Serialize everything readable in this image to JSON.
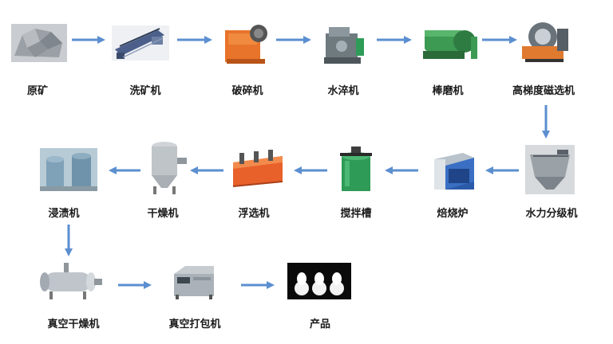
{
  "diagram": {
    "colors": {
      "arrow": "#5b8fd0",
      "label": "#1a1a1a"
    },
    "steps": [
      {
        "label": "原矿",
        "icon": "ore-rock-icon"
      },
      {
        "label": "洗矿机",
        "icon": "ore-washer-icon"
      },
      {
        "label": "破碎机",
        "icon": "jaw-crusher-icon"
      },
      {
        "label": "水淬机",
        "icon": "water-quench-machine-icon"
      },
      {
        "label": "棒磨机",
        "icon": "rod-mill-icon"
      },
      {
        "label": "高梯度磁选机",
        "icon": "magnetic-separator-icon"
      },
      {
        "label": "水力分级机",
        "icon": "hydraulic-classifier-icon"
      },
      {
        "label": "焙烧炉",
        "icon": "roasting-furnace-icon"
      },
      {
        "label": "搅拌槽",
        "icon": "agitation-tank-icon"
      },
      {
        "label": "浮选机",
        "icon": "flotation-machine-icon"
      },
      {
        "label": "干燥机",
        "icon": "dryer-icon"
      },
      {
        "label": "浸渍机",
        "icon": "impregnation-machine-icon"
      },
      {
        "label": "真空干燥机",
        "icon": "vacuum-dryer-icon"
      },
      {
        "label": "真空打包机",
        "icon": "vacuum-packer-icon"
      },
      {
        "label": "产品",
        "icon": "product-powder-icon"
      }
    ]
  }
}
